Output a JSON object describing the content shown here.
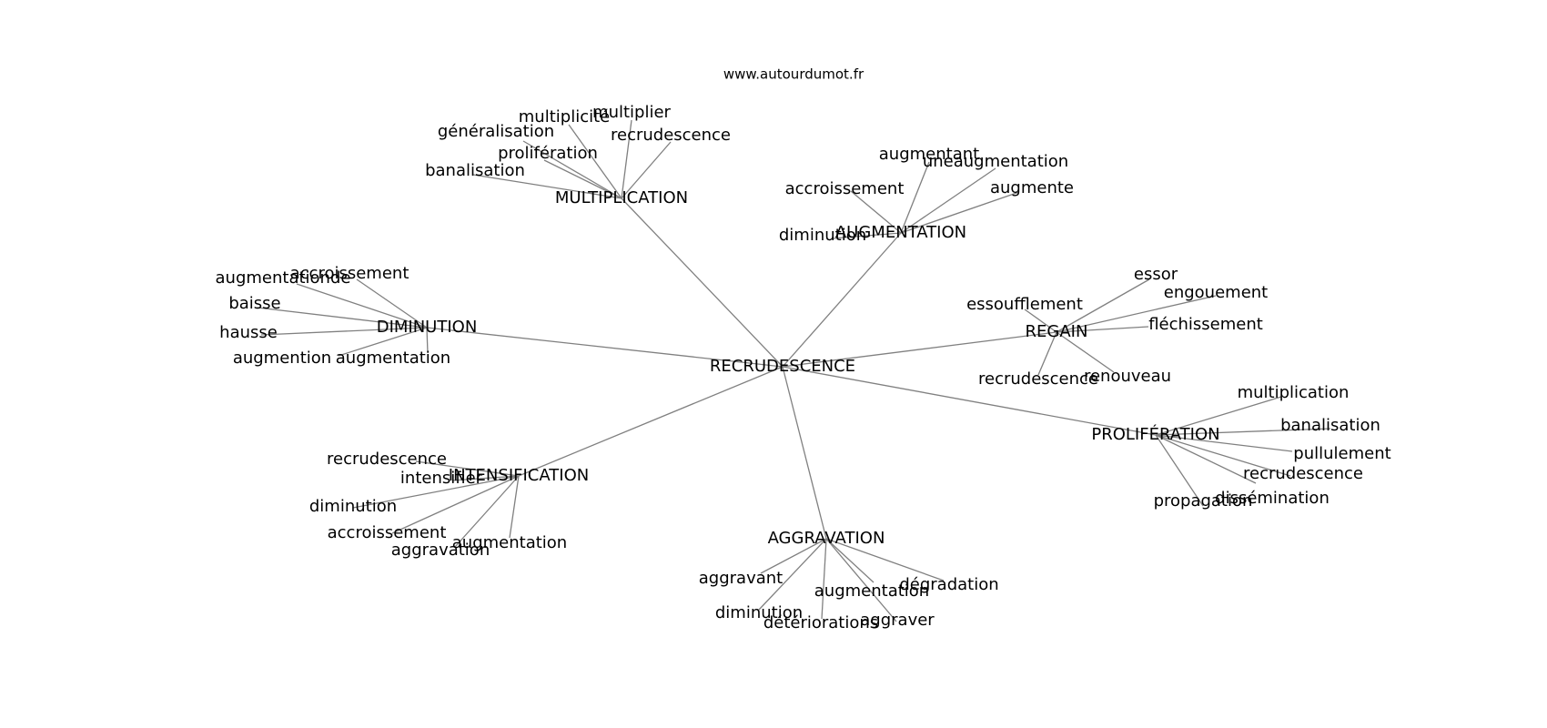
{
  "watermark": "www.autourdumot.fr",
  "center": {
    "id": "RECRUDESCENCE",
    "label": "RECRUDESCENCE"
  },
  "hubs": [
    {
      "id": "MULTIPLICATION",
      "label": "MULTIPLICATION",
      "leaves": [
        "généralisation",
        "multiplicité",
        "multiplier",
        "recrudescence",
        "prolifération",
        "banalisation"
      ]
    },
    {
      "id": "AUGMENTATION",
      "label": "AUGMENTATION",
      "leaves": [
        "augmentant",
        "uneaugmentation",
        "accroissement",
        "augmente",
        "diminution"
      ]
    },
    {
      "id": "DIMINUTION",
      "label": "DIMINUTION",
      "leaves": [
        "accroissement",
        "augmentationde",
        "baisse",
        "hausse",
        "augmention",
        "augmentation"
      ]
    },
    {
      "id": "REGAIN",
      "label": "REGAIN",
      "leaves": [
        "essor",
        "engouement",
        "essoufflement",
        "fléchissement",
        "recrudescence",
        "renouveau"
      ]
    },
    {
      "id": "PROLIFERATION",
      "label": "PROLIFÉRATION",
      "leaves": [
        "multiplication",
        "banalisation",
        "pullulement",
        "recrudescence",
        "propagation",
        "dissémination"
      ]
    },
    {
      "id": "INTENSIFICATION",
      "label": "INTENSIFICATION",
      "leaves": [
        "recrudescence",
        "intensifier",
        "diminution",
        "accroissement",
        "aggravation",
        "augmentation"
      ]
    },
    {
      "id": "AGGRAVATION",
      "label": "AGGRAVATION",
      "leaves": [
        "aggravant",
        "dégradation",
        "augmentation",
        "diminution",
        "détériorations",
        "aggraver"
      ]
    }
  ]
}
